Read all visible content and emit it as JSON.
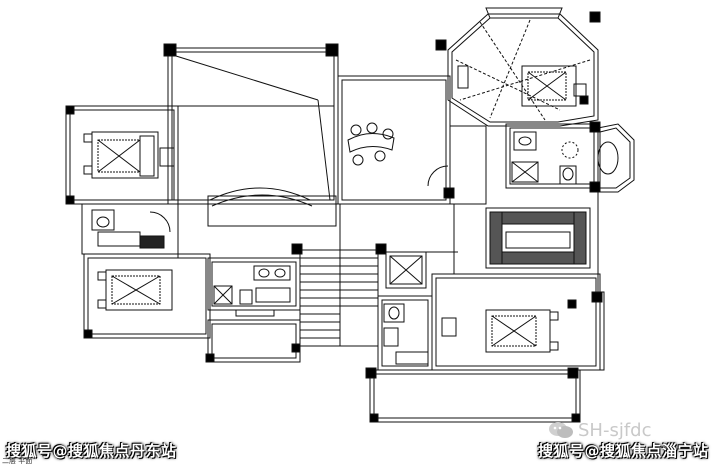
{
  "watermarks": {
    "left": "搜狐号@搜狐焦点丹东站",
    "right": "搜狐号@搜狐焦点淄宁站",
    "account": "SH-sjfdc",
    "corner": "二层 平面"
  },
  "colors": {
    "line": "#111111",
    "wall": "#000000",
    "background": "#ffffff",
    "watermark_gray": "#c9c9c9"
  },
  "icons": [
    "wechat-icon",
    "bed-icon",
    "toilet-icon",
    "bathtub-icon",
    "sink-icon",
    "table-chairs-icon"
  ]
}
